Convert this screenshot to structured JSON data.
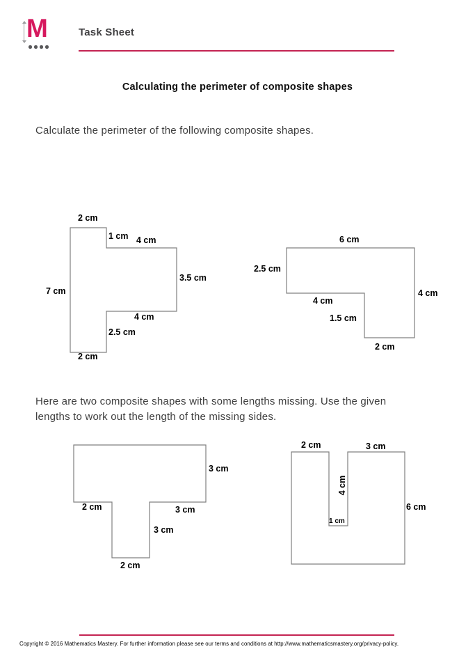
{
  "header": {
    "logo_letter": "M",
    "title": "Task Sheet"
  },
  "content": {
    "heading": "Calculating the perimeter of composite shapes",
    "instruction_1": "Calculate the perimeter of the following composite shapes.",
    "instruction_2_line1": "Here are two composite shapes with some lengths missing. Use the given",
    "instruction_2_line2": "lengths to work out the length of the missing sides."
  },
  "shapes": {
    "shape1": {
      "labels": {
        "top": "2 cm",
        "step": "1 cm",
        "arm_top": "4 cm",
        "arm_right": "3.5 cm",
        "left_side": "7 cm",
        "arm_bottom": "4 cm",
        "lower_step": "2.5 cm",
        "bottom": "2 cm"
      }
    },
    "shape2": {
      "labels": {
        "top": "6 cm",
        "left_side": "2.5 cm",
        "inner_bottom": "4 cm",
        "right_side": "4 cm",
        "inner_side": "1.5 cm",
        "bottom": "2 cm"
      }
    },
    "shape3": {
      "labels": {
        "right_side": "3 cm",
        "bottom_left": "2 cm",
        "bottom_right": "3 cm",
        "stem_right": "3 cm",
        "stem_bottom": "2 cm"
      }
    },
    "shape4": {
      "labels": {
        "top_left": "2 cm",
        "top_right": "3 cm",
        "notch_side": "4 cm",
        "notch_bottom": "1 cm",
        "right_side": "6 cm"
      }
    }
  },
  "footer": {
    "copyright": "Copyright © 2016 Mathematics Mastery. For further information please see our terms and conditions at http://www.mathematicsmastery.org/privacy-policy."
  },
  "colors": {
    "brand_crimson": "#c42352",
    "logo_pink": "#d6195e",
    "shape_outline": "#808080",
    "dot_gray": "#58585a",
    "heading_gray": "#414042"
  }
}
